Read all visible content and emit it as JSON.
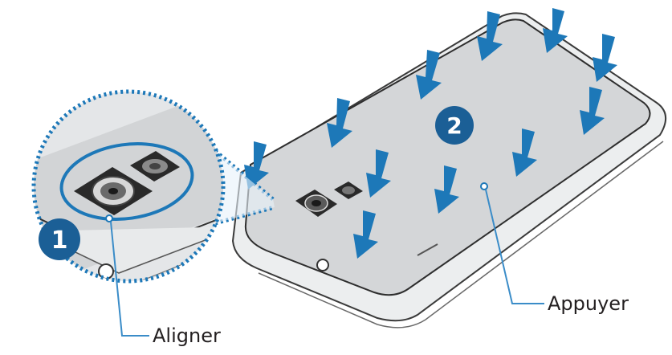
{
  "labels": {
    "align": "Aligner",
    "press": "Appuyer"
  },
  "steps": {
    "one": "1",
    "two": "2"
  },
  "colors": {
    "accent_blue": "#1d78b8",
    "step_badge": "#1b5f96",
    "callout_blue": "#3a8cc8",
    "phone_cover": "#d4d6d8",
    "phone_frame": "#eceeef",
    "outline": "#3a3a3a"
  },
  "icons": [
    "press-arrow-icon",
    "camera-module-icon",
    "flash-icon"
  ]
}
